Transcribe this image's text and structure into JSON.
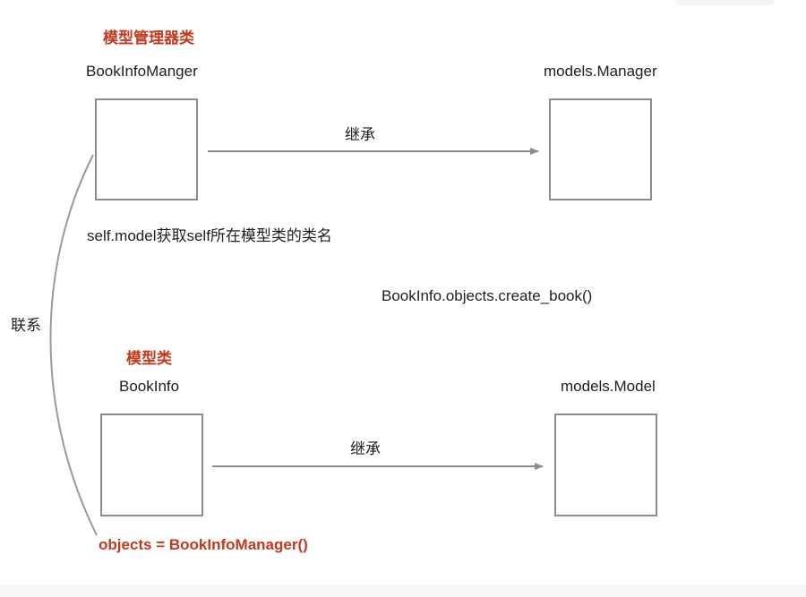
{
  "top_section": {
    "category_label": "模型管理器类",
    "left_class": "BookInfoManger",
    "right_class": "models.Manager",
    "arrow_label": "继承",
    "note": "self.model获取self所在模型类的类名"
  },
  "call_example": "BookInfo.objects.create_book()",
  "relation_label": "联系",
  "bottom_section": {
    "category_label": "模型类",
    "left_class": "BookInfo",
    "right_class": "models.Model",
    "arrow_label": "继承",
    "assignment": "objects = BookInfoManager()"
  },
  "colors": {
    "accent_red": "#c2391c",
    "line_gray": "#8c8c8c",
    "text": "#1e1e1e"
  }
}
